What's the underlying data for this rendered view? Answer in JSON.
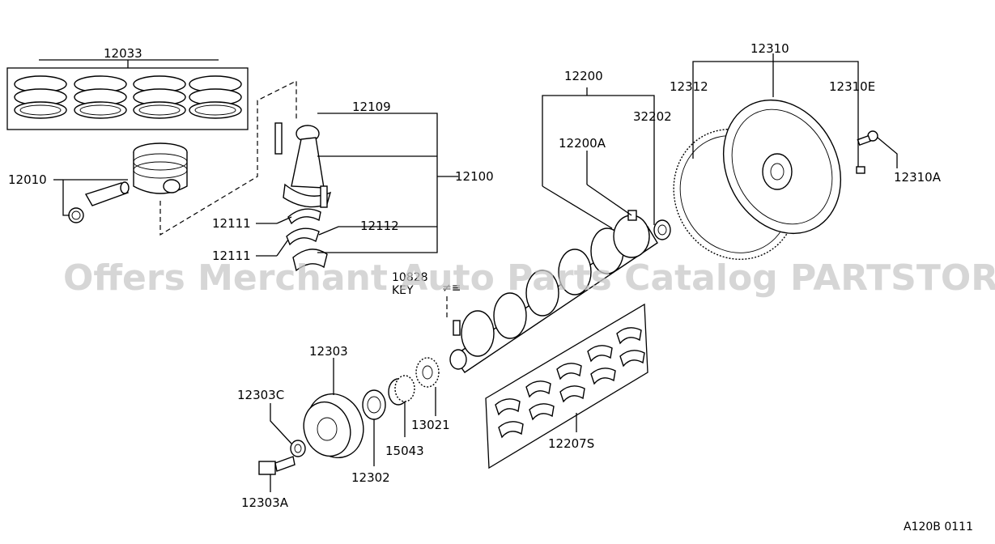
{
  "labels": {
    "p12033": "12033",
    "p12010": "12010",
    "p12109": "12109",
    "p12100": "12100",
    "p12111a": "12111",
    "p12111b": "12111",
    "p12112": "12112",
    "p12200": "12200",
    "p12200A": "12200A",
    "p32202": "32202",
    "p12310": "12310",
    "p12312": "12312",
    "p12310E": "12310E",
    "p12310A": "12310A",
    "p12303": "12303",
    "p12303C": "12303C",
    "p12303A": "12303A",
    "p12302": "12302",
    "p15043": "15043",
    "p13021": "13021",
    "p12207S": "12207S",
    "key_a": "10828",
    "key_b": "KEY",
    "key_c": "≠≡"
  },
  "watermark": "Offers Merchant Auto Parts Catalog PARTSTORE.SA",
  "diagram_code": "A120B 0111"
}
